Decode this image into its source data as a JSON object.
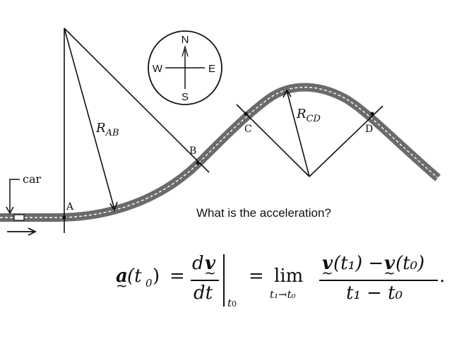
{
  "compass": {
    "north": "N",
    "south": "S",
    "east": "E",
    "west": "W"
  },
  "points": {
    "a": "A",
    "b": "B",
    "c": "C",
    "d": "D"
  },
  "car_label": "car",
  "radius_ab": {
    "base": "R",
    "sub": "AB"
  },
  "radius_cd": {
    "base": "R",
    "sub": "CD"
  },
  "question": "What is the acceleration?",
  "formula": {
    "accel_symbol": "a",
    "t0_arg": "(t",
    "t0_sub": "0",
    "t0_close": ")",
    "equals": "=",
    "dv": "d",
    "dv_bold": "v",
    "dt": "dt",
    "eval_sub_t": "t",
    "eval_sub_0": "0",
    "lim": "lim",
    "lim_sub": "t₁→t₀",
    "num_v1": "v",
    "num_t1": "(t₁) −",
    "num_v0": "v",
    "num_t0": "(t₀)",
    "den": "t₁ − t₀",
    "period": "."
  }
}
